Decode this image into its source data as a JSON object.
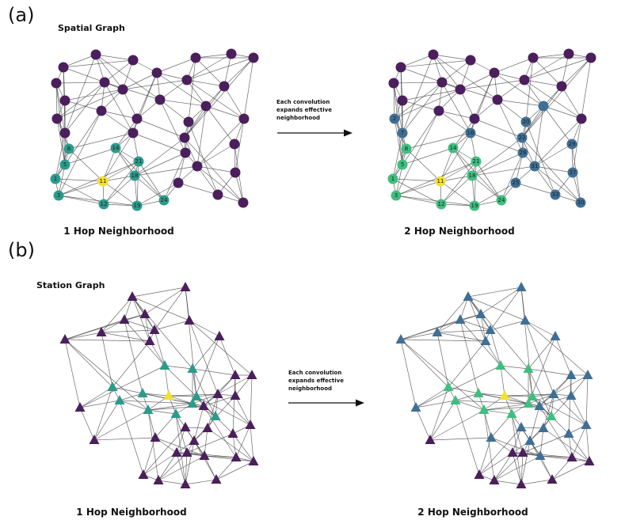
{
  "panels": [
    {
      "letter": "(a)",
      "title": "Spatial Graph",
      "left_label": "1 Hop Neighborhood",
      "right_label": "2 Hop Neighborhood",
      "arrow_text": [
        "Each convolution",
        "expands effective",
        "neighborhood"
      ]
    },
    {
      "letter": "(b)",
      "title": "Station Graph",
      "left_label": "1 Hop Neighborhood",
      "right_label": "2 Hop Neighborhood",
      "arrow_text": [
        "Each convolution",
        "expands effective",
        "neighborhood"
      ]
    }
  ],
  "colors": {
    "center": "#f2e22b",
    "hop1_left": "#2b9b8c",
    "hop1_right": "#3fbf7f",
    "hop2": "#3f6f95",
    "other": "#4a1f5c"
  },
  "center_node_label": "11",
  "hop1_node_labels": [
    "1",
    "3",
    "5",
    "8",
    "12",
    "14",
    "18",
    "19",
    "21",
    "24"
  ],
  "hop2_node_labels": [
    "2",
    "7",
    "16",
    "20",
    "22",
    "25",
    "28",
    "29",
    "30",
    "31",
    "33",
    "37"
  ]
}
